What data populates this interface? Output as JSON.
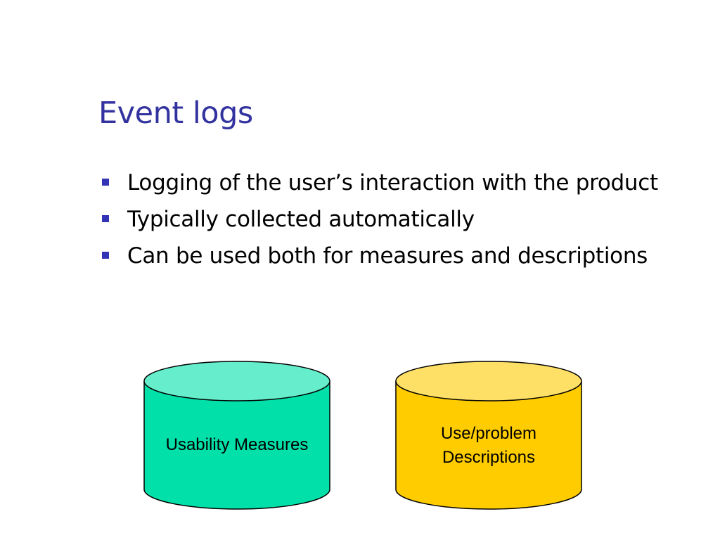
{
  "slide": {
    "title": "Event logs",
    "bullets": [
      "Logging of the user’s interaction with the product",
      "Typically collected automatically",
      "Can be used both for measures and descriptions"
    ],
    "accent_color": "#3333a0",
    "cylinders": [
      {
        "label": "Usability Measures",
        "body_color": "#00e0a8",
        "top_color": "#66eecc"
      },
      {
        "label_line1": "Use/problem",
        "label_line2": "Descriptions",
        "body_color": "#ffcc00",
        "top_color": "#ffe066"
      }
    ]
  }
}
